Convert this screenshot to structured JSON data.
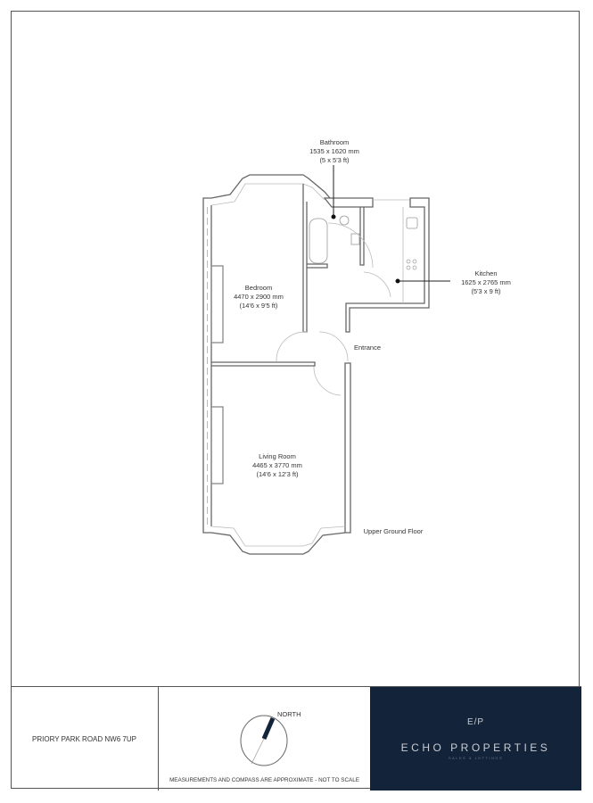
{
  "rooms": [
    {
      "name": "Bathroom",
      "mm": "1535 x 1620 mm",
      "ft": "(5 x 5'3 ft)"
    },
    {
      "name": "Kitchen",
      "mm": "1625 x 2765 mm",
      "ft": "(5'3 x 9 ft)"
    },
    {
      "name": "Bedroom",
      "mm": "4470 x 2900 mm",
      "ft": "(14'6 x 9'5 ft)"
    },
    {
      "name": "Living Room",
      "mm": "4465 x 3770 mm",
      "ft": "(14'6 x 12'3 ft)"
    }
  ],
  "entrance_label": "Entrance",
  "floor_label": "Upper Ground Floor",
  "footer": {
    "address": "PRIORY PARK ROAD NW6 7UP",
    "north_label": "NORTH",
    "disclaimer": "MEASUREMENTS AND COMPASS ARE APPROXIMATE - NOT TO SCALE",
    "brand_monogram": "E/P",
    "brand_name": "ECHO PROPERTIES",
    "brand_tagline": "SALES & LETTINGS"
  },
  "colors": {
    "wall": "#666666",
    "brand_bg": "#13233a",
    "brand_text": "#c9ccd2"
  }
}
